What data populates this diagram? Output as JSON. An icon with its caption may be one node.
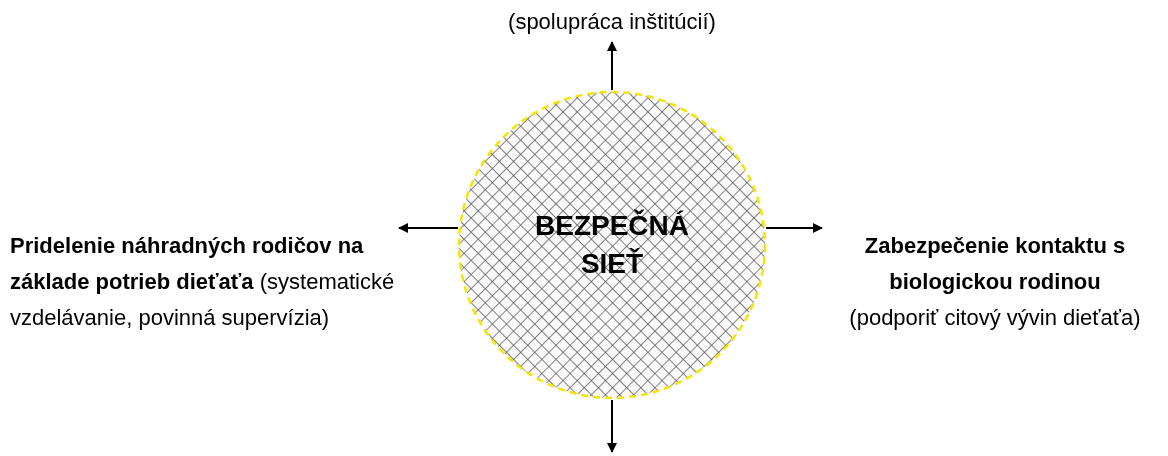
{
  "diagram": {
    "nodes": [
      {
        "text": [
          "BEZPEČNÁ SIEŤ"
        ]
      },
      {
        "text": [
          "(spolupráca inštitúcií)"
        ]
      },
      {
        "text": [
          "**Pridelenie náhradných rodičov na základe potrieb dieťaťa** (systematické vzdelávanie, povinná supervízia)"
        ]
      },
      {
        "text": [
          "Zabezpečenie kontaktu s biologickou rodinou",
          "(podporiť citový vývin dieťaťa)"
        ]
      }
    ],
    "edges": [
      {
        "from": 0,
        "to": 1,
        "arrow": "to"
      },
      {
        "from": 0,
        "to": 2,
        "arrow": "to"
      },
      {
        "from": 0,
        "to": 3,
        "arrow": "to"
      },
      {
        "from": 0,
        "to": null,
        "arrow": "to"
      }
    ]
  }
}
